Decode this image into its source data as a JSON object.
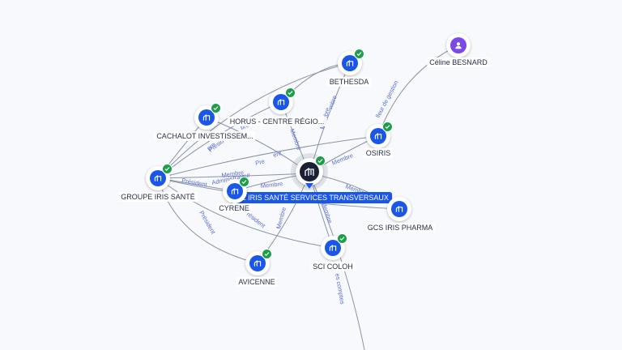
{
  "colors": {
    "company": "#1a56e8",
    "person": "#7b49e6",
    "verified": "#1e9e4a",
    "edge": "#8a93a6",
    "edge_label": "#5b6fd6",
    "center_label_bg": "#1a56e8"
  },
  "nodes": [
    {
      "id": "gie",
      "label": "GIE IRIS SANTÉ SERVICES TRANSVERSAUX",
      "kind": "center",
      "icon": "building-icon",
      "verified": true
    },
    {
      "id": "bethesda",
      "label": "BETHESDA",
      "kind": "company",
      "icon": "building-icon",
      "verified": true
    },
    {
      "id": "horus",
      "label": "HORUS - CENTRE RÉGIO...",
      "kind": "company",
      "icon": "building-icon",
      "verified": true
    },
    {
      "id": "cachalot",
      "label": "CACHALOT INVESTISSEM...",
      "kind": "company",
      "icon": "building-icon",
      "verified": true
    },
    {
      "id": "groupe",
      "label": "GROUPE IRIS SANTÉ",
      "kind": "company",
      "icon": "building-icon",
      "verified": true
    },
    {
      "id": "cyrene",
      "label": "CYRENE",
      "kind": "company",
      "icon": "building-icon",
      "verified": true
    },
    {
      "id": "osiris",
      "label": "OSIRIS",
      "kind": "company",
      "icon": "building-icon",
      "verified": true
    },
    {
      "id": "gcs",
      "label": "GCS IRIS PHARMA",
      "kind": "company",
      "icon": "building-icon",
      "verified": false
    },
    {
      "id": "sci",
      "label": "SCI COLOH",
      "kind": "company",
      "icon": "building-icon",
      "verified": true
    },
    {
      "id": "avicenne",
      "label": "AVICENNE",
      "kind": "company",
      "icon": "building-icon",
      "verified": true
    },
    {
      "id": "celine",
      "label": "Céline BESNARD",
      "kind": "person",
      "icon": "person-icon",
      "verified": false
    }
  ],
  "edge_labels": [
    "Membre",
    "Membre",
    "Membre",
    "Membre",
    "Membre",
    "Membre",
    "Membre",
    "Membre",
    "Président",
    "Président",
    "Président",
    "Président",
    "Administrateur",
    "lleur de gestion",
    "es comptes",
    "Pre",
    "bre",
    "mbre",
    "pre",
    "ent"
  ]
}
